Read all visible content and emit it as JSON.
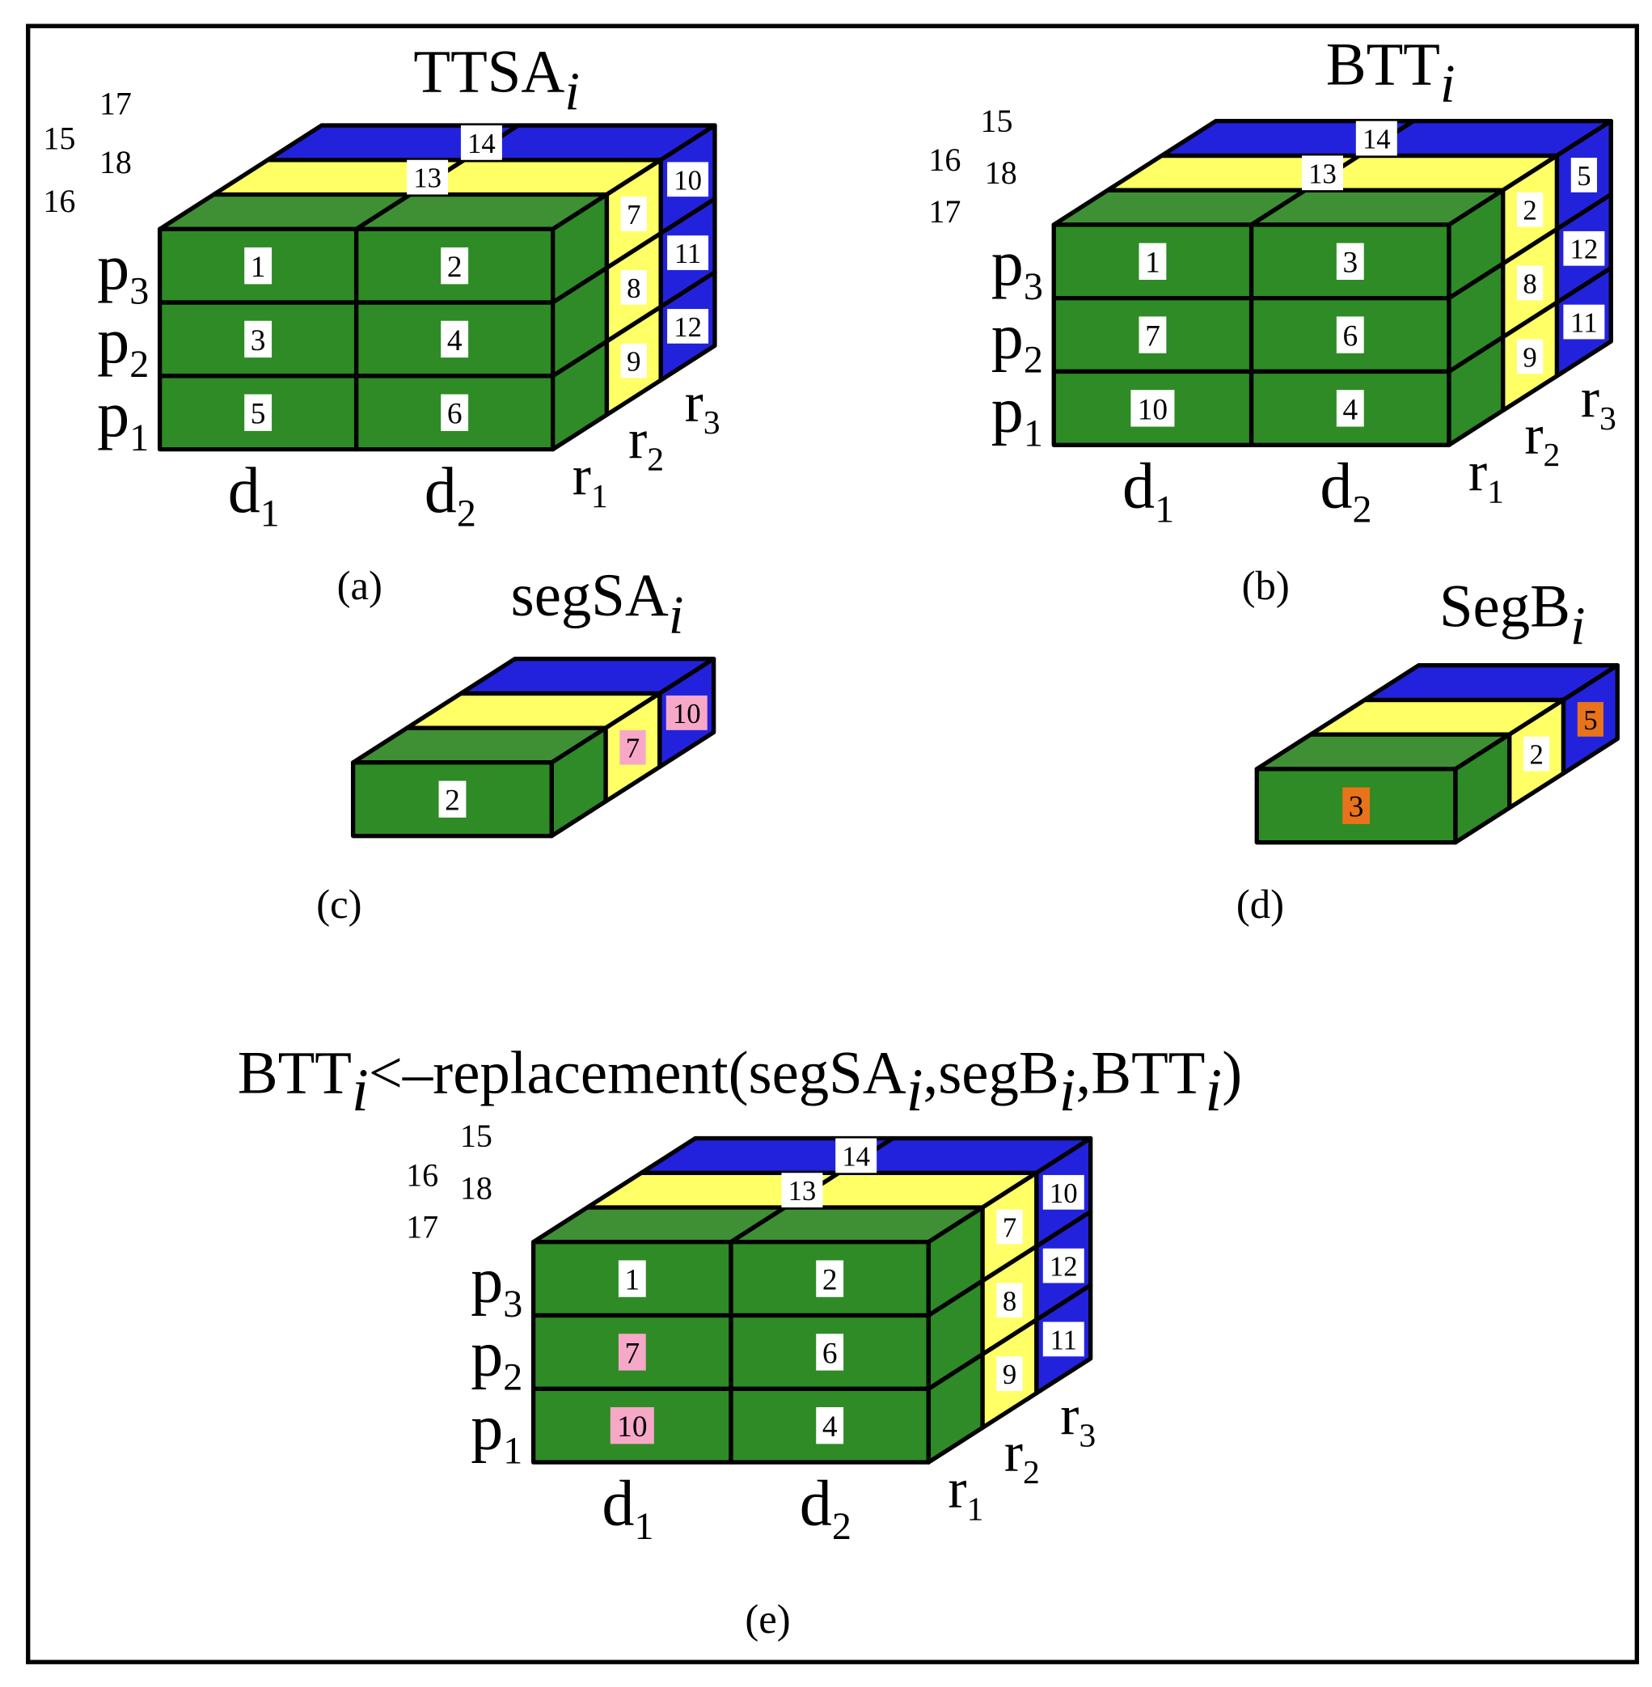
{
  "colors": {
    "front": "#2e8b26",
    "top": "#3f8f35",
    "side": "#2f8a28",
    "yellow": "#ffff66",
    "blue": "#2222dd",
    "pink": "#f7a8c8",
    "orange": "#e8731a",
    "white_box": "#ffffff",
    "outline": "#000000"
  },
  "panels": {
    "a": {
      "title_base": "TTSA",
      "title_sub": "i",
      "caption": "(a)",
      "front": [
        [
          "1",
          "2"
        ],
        [
          "3",
          "4"
        ],
        [
          "5",
          "6"
        ]
      ],
      "side_yellow": [
        "7",
        "8",
        "9"
      ],
      "side_blue": [
        "10",
        "11",
        "12"
      ],
      "top_yellow": "13",
      "top_blue": "14",
      "floating": [
        "17",
        "15",
        "18",
        "16"
      ],
      "row_labels": [
        "p3",
        "p2",
        "p1"
      ],
      "col_labels": [
        "d1",
        "d2"
      ],
      "depth_labels": [
        "r1",
        "r2",
        "r3"
      ]
    },
    "b": {
      "title_base": "BTT",
      "title_sub": "i",
      "caption": "(b)",
      "front": [
        [
          "1",
          "3"
        ],
        [
          "7",
          "6"
        ],
        [
          "10",
          "4"
        ]
      ],
      "side_yellow": [
        "2",
        "8",
        "9"
      ],
      "side_blue": [
        "5",
        "12",
        "11"
      ],
      "top_yellow": "13",
      "top_blue": "14",
      "floating": [
        "15",
        "16",
        "18",
        "17"
      ],
      "row_labels": [
        "p3",
        "p2",
        "p1"
      ],
      "col_labels": [
        "d1",
        "d2"
      ],
      "depth_labels": [
        "r1",
        "r2",
        "r3"
      ]
    },
    "c": {
      "title_base": "segSA",
      "title_sub": "i",
      "caption": "(c)",
      "front": "2",
      "side_yellow": "7",
      "side_blue": "10"
    },
    "d": {
      "title_base": "SegB",
      "title_sub": "i",
      "caption": "(d)",
      "front": "3",
      "side_yellow": "2",
      "side_blue": "5"
    },
    "e": {
      "title_parts": {
        "p1": "BTT",
        "s1": "i",
        "p2": "<–replacement(segSA",
        "s2": "i",
        "p3": ",segB",
        "s3": "i",
        "p4": ",BTT",
        "s4": "i",
        "p5": ")"
      },
      "caption": "(e)",
      "front": [
        [
          "1",
          "2"
        ],
        [
          "7",
          "6"
        ],
        [
          "10",
          "4"
        ]
      ],
      "side_yellow": [
        "7",
        "8",
        "9"
      ],
      "side_blue": [
        "10",
        "12",
        "11"
      ],
      "top_yellow": "13",
      "top_blue": "14",
      "floating": [
        "15",
        "16",
        "18",
        "17"
      ],
      "row_labels": [
        "p3",
        "p2",
        "p1"
      ],
      "col_labels": [
        "d1",
        "d2"
      ],
      "depth_labels": [
        "r1",
        "r2",
        "r3"
      ]
    }
  }
}
